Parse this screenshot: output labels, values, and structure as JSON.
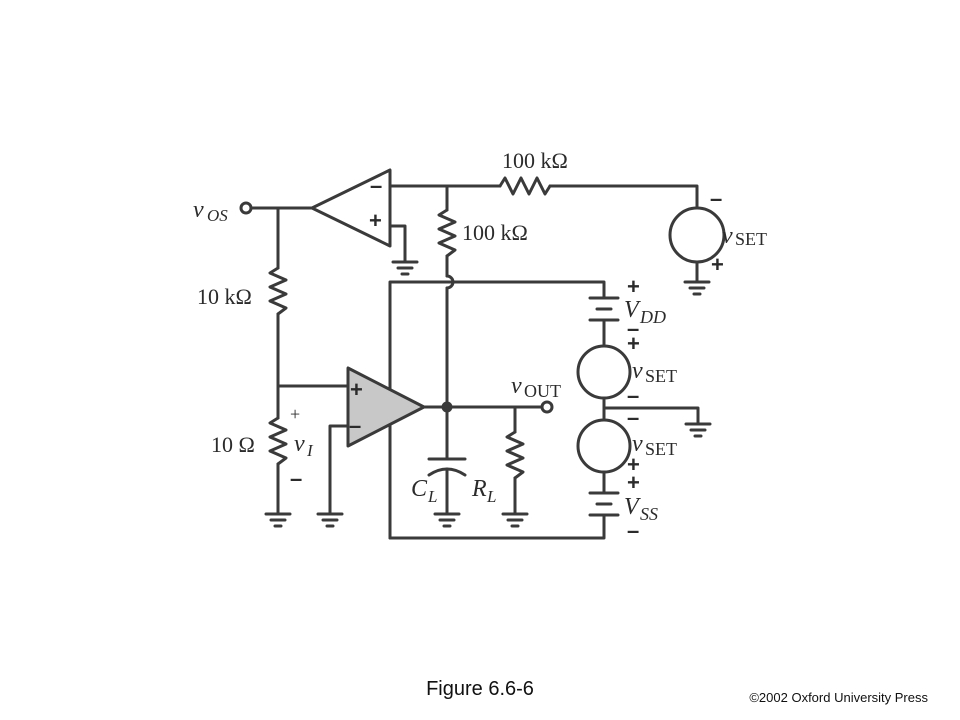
{
  "caption": {
    "figure": "Figure 6.6-6",
    "copyright": "©2002 Oxford University Press"
  },
  "circuit": {
    "resistors": {
      "top_series": "100 kΩ",
      "top_shunt": "100 kΩ",
      "feedback": "10 kΩ",
      "input": "10 Ω",
      "load": "R",
      "load_sub": "L"
    },
    "capacitor": {
      "label": "C",
      "sub": "L"
    },
    "nodes": {
      "vos": {
        "main": "v",
        "sub": "OS"
      },
      "vout": {
        "main": "v",
        "sub": "OUT"
      },
      "vi": {
        "main": "v",
        "sub": "I"
      }
    },
    "sources": {
      "vset_top": {
        "main": "v",
        "sub": "SET"
      },
      "vset_mid": {
        "main": "v",
        "sub": "SET"
      },
      "vset_bot": {
        "main": "v",
        "sub": "SET"
      },
      "vdd": {
        "main": "V",
        "sub": "DD"
      },
      "vss": {
        "main": "V",
        "sub": "SS"
      }
    },
    "signs": {
      "plus": "+",
      "minus": "–"
    },
    "colors": {
      "wire": "#3a3a3a",
      "dut_fill": "#c8c8c8"
    }
  }
}
